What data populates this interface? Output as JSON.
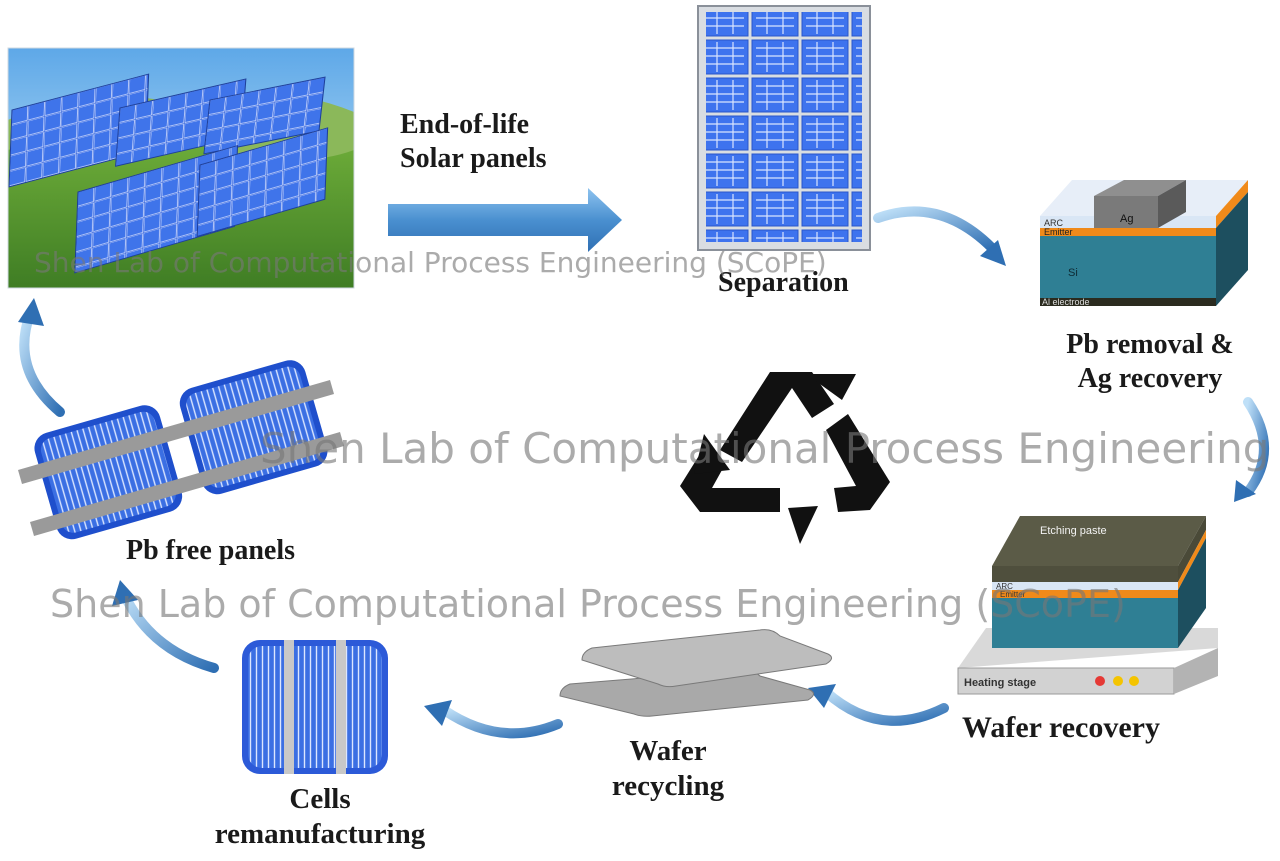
{
  "diagram": {
    "steps": {
      "end_of_life": "End-of-life\nSolar panels",
      "separation": "Separation",
      "pb_removal": "Pb removal &\nAg recovery",
      "wafer_recovery": "Wafer recovery",
      "wafer_recycling": "Wafer\nrecycling",
      "cells_remanufacturing": "Cells\nremanufacturing",
      "pb_free": "Pb free panels"
    },
    "cell_layers": {
      "arc": "ARC",
      "ag": "Ag",
      "emitter": "Emitter",
      "si": "Si",
      "al_electrode": "Al electrode"
    },
    "etching": {
      "paste": "Etching paste",
      "arc": "ARC",
      "emitter": "Emitter",
      "heating_stage": "Heating stage"
    }
  },
  "watermark": {
    "text": "Shen Lab of Computational Process Engineering (SCoPE)"
  },
  "colors": {
    "arrow_blue": "#4a90d0",
    "cell_blue": "#3a6fe0",
    "si_teal": "#2f7f94",
    "emitter_orange": "#f08a1a"
  }
}
